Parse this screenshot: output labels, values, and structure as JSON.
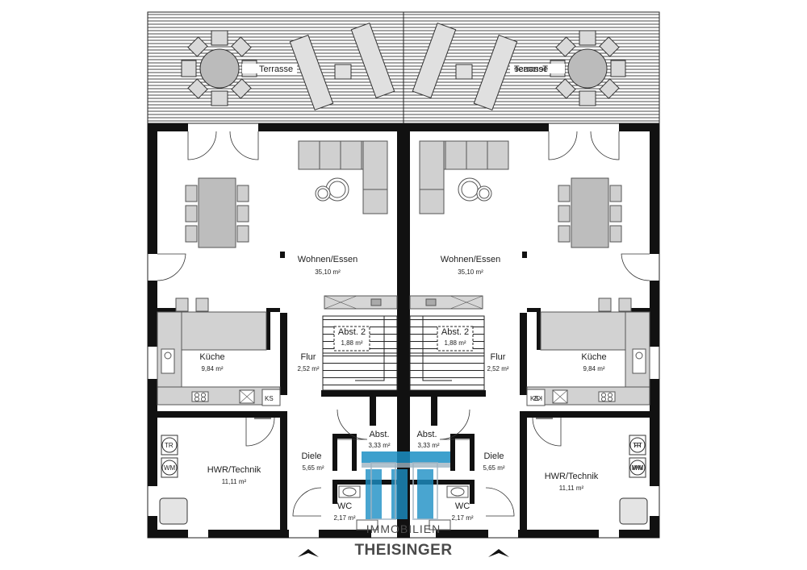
{
  "rooms": [
    {
      "key": "terrasse",
      "name": "Terrasse",
      "area": ""
    },
    {
      "key": "wohnen",
      "name": "Wohnen/Essen",
      "area": "35,10 m²"
    },
    {
      "key": "kueche",
      "name": "Küche",
      "area": "9,84 m²"
    },
    {
      "key": "flur",
      "name": "Flur",
      "area": "2,52 m²"
    },
    {
      "key": "abst2",
      "name": "Abst. 2",
      "area": "1,88 m²"
    },
    {
      "key": "abst",
      "name": "Abst.",
      "area": "3,33 m²"
    },
    {
      "key": "diele",
      "name": "Diele",
      "area": "5,65 m²"
    },
    {
      "key": "wc",
      "name": "WC",
      "area": "2,17 m²"
    },
    {
      "key": "hwr",
      "name": "HWR/Technik",
      "area": "11,11 m²"
    }
  ],
  "appliances": {
    "ks": "KS",
    "tr": "TR",
    "wm": "WM"
  },
  "logo": {
    "line1": "IMMOBILIEN",
    "line2": "THEISINGER",
    "color_primary": "#1b8fc4",
    "color_secondary": "#9fb4c2"
  },
  "colors": {
    "wall": "#111111",
    "furniture": "#cfcfcf",
    "furniture_stroke": "#555555"
  }
}
